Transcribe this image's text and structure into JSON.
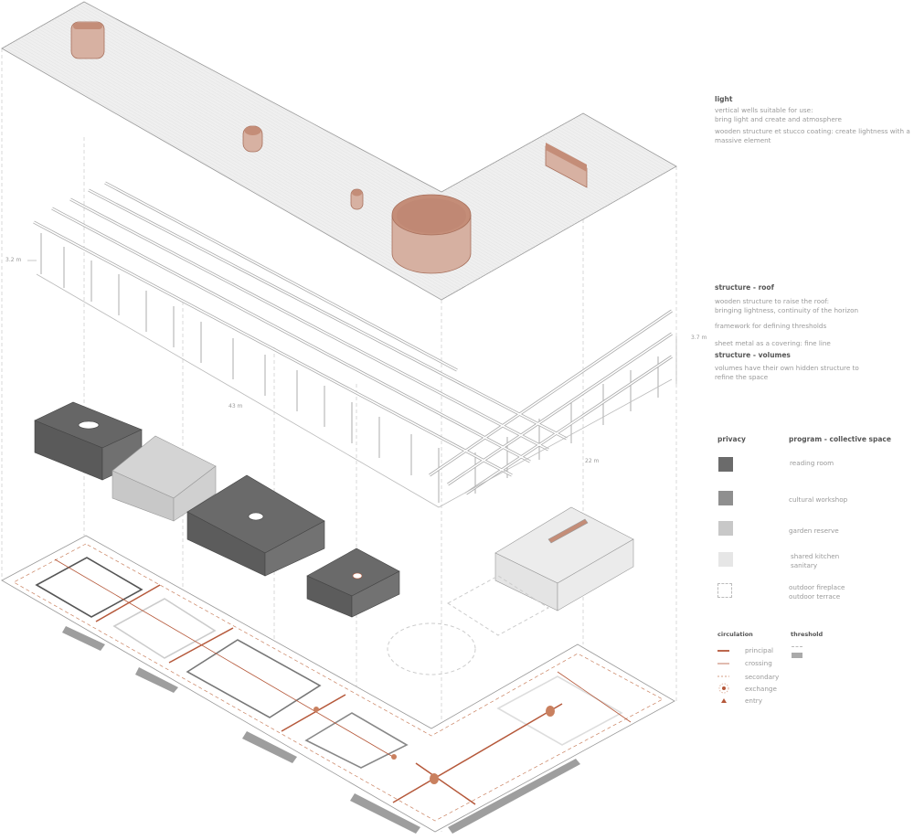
{
  "light": {
    "title": "light",
    "p1": "vertical wells suitable for use:\nbring light and create and atmosphere",
    "p2": "wooden structure et stucco coating: create lightness with a\nmassive element"
  },
  "structure_roof": {
    "title": "structure - roof",
    "p1": "wooden structure to raise the roof:\nbringing lightness, continuity of the horizon",
    "p2": "framework for defining thresholds",
    "p3": "sheet metal as a covering: fine line"
  },
  "structure_volumes": {
    "title": "structure - volumes",
    "p1": "volumes have their own hidden structure to\nrefine the space"
  },
  "dimensions": {
    "height_left": "3.2 m",
    "length": "43 m",
    "width": "22 m",
    "height_right": "3.7 m"
  },
  "legend_program": {
    "privacy_title": "privacy",
    "program_title": "program - collective space",
    "items": [
      {
        "label": "reading room",
        "color": "#6b6b6b"
      },
      {
        "label": "cultural workshop",
        "color": "#8f8f8f"
      },
      {
        "label": "garden reserve",
        "color": "#c8c8c8"
      },
      {
        "label": "shared kitchen\nsanitary",
        "color": "#e6e6e6"
      },
      {
        "label": "outdoor fireplace\noutdoor terrace",
        "color": "dashed"
      }
    ]
  },
  "legend_circulation": {
    "title": "circulation",
    "items": [
      "principal",
      "crossing",
      "secondary",
      "exchange",
      "entry"
    ],
    "accent": "#b5583a"
  },
  "legend_threshold": {
    "title": "threshold"
  }
}
